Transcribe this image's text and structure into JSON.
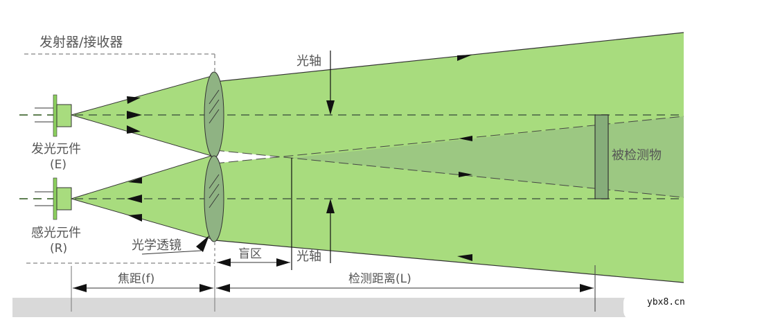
{
  "diagram": {
    "title": "发射器/接收器",
    "colors": {
      "beam": "#a8dc7e",
      "overlap": "#9cc882",
      "lens": "#8fb383",
      "target": "#86ad7a",
      "axis_dash": "#5f7f52",
      "line": "#222222",
      "text": "#555555",
      "ground": "#d9d9d9"
    },
    "labels": {
      "emitter": "发光元件",
      "emitter_code": "(E)",
      "receiver": "感光元件",
      "receiver_code": "(R)",
      "lens": "光学透镜",
      "optical_axis_top": "光轴",
      "optical_axis_bottom": "光轴",
      "blind_zone": "盲区",
      "target": "被检测物",
      "focal_length": "焦距(f)",
      "detection_distance": "检测距离(L)"
    },
    "watermark": "ybx8.cn"
  }
}
